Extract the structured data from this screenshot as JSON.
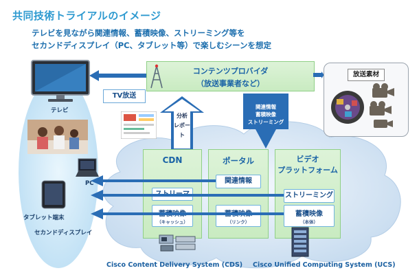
{
  "title": "共同技術トライアルのイメージ",
  "subtitle_line1": "テレビを見ながら関連情報、蓄積映像、ストリーミング等を",
  "subtitle_line2": "セカンドディスプレイ（PC、タブレット等）で楽しむシーンを想定",
  "provider": {
    "line1": "コンテンツプロバイダ",
    "line2": "（放送事業者など）"
  },
  "broadcast_material": "放送素材",
  "tv_broadcast": "TV放送",
  "tv_label": "テレビ",
  "pc_label": "PC",
  "tablet_label": "タブレット端末",
  "second_display_label": "セカンドディスプレイ",
  "analysis_arrow": {
    "line1": "分析",
    "line2": "レポート"
  },
  "info_arrow": {
    "line1": "関連情報",
    "line2": "蓄積映像",
    "line3": "ストリーミング"
  },
  "cdn": {
    "title": "CDN",
    "streamer": "ストリーマ",
    "cache_title": "蓄積映像",
    "cache_sub": "（キャッシュ）"
  },
  "portal": {
    "title": "ポータル",
    "related": "関連情報",
    "stored_title": "蓄積映像",
    "stored_sub": "（リンク）"
  },
  "video_platform": {
    "title_line1": "ビデオ",
    "title_line2": "プラットフォーム",
    "streaming": "ストリーミング",
    "stored_title": "蓄積映像",
    "stored_sub": "（本体）"
  },
  "caption_cds": "Cisco Content Delivery System (CDS)",
  "caption_ucs": "Cisco Unified Computing System (UCS)",
  "colors": {
    "title": "#2e9ad0",
    "green_box": "#d3f0cc",
    "cloud": "#c9def2",
    "arrow": "#2a6db5",
    "ellipse": "#bfe3f7"
  }
}
